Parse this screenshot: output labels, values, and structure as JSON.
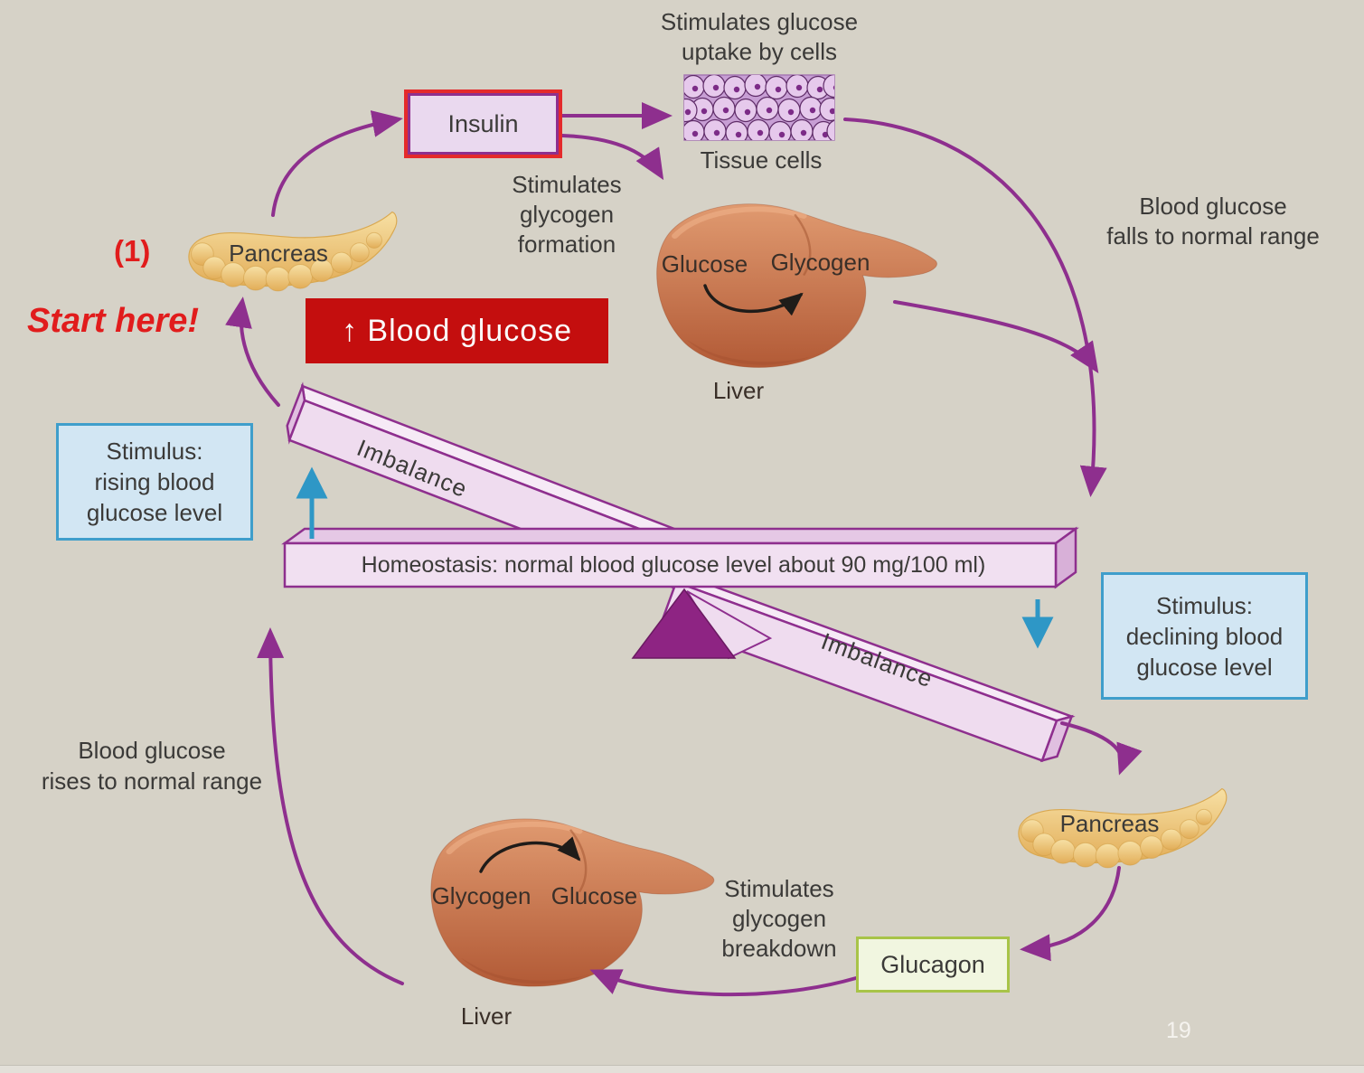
{
  "diagram": {
    "top_caption": "Stimulates glucose\nuptake by cells",
    "tissue_label": "Tissue cells",
    "insulin": "Insulin",
    "stimulates_formation": "Stimulates\nglycogen\nformation",
    "pancreas_top": "Pancreas",
    "step_marker": "(1)",
    "start_here": "Start here!",
    "blood_glucose": "↑ Blood glucose",
    "glucose_top": "Glucose",
    "glycogen_top": "Glycogen",
    "liver_top": "Liver",
    "falls": "Blood glucose\nfalls to normal range",
    "stimulus_rising": "Stimulus:\nrising blood\nglucose level",
    "imbalance_upper": "Imbalance",
    "imbalance_lower": "Imbalance",
    "homeostasis": "Homeostasis: normal blood glucose level about 90 mg/100 ml)",
    "stimulus_declining": "Stimulus:\ndeclining blood\nglucose level",
    "pancreas_bottom": "Pancreas",
    "glucagon": "Glucagon",
    "stimulates_breakdown": "Stimulates\nglycogen\nbreakdown",
    "glycogen_bottom": "Glycogen",
    "glucose_bottom": "Glucose",
    "liver_bottom": "Liver",
    "rises": "Blood glucose\nrises to normal range",
    "page_number": "19"
  },
  "colors": {
    "background": "#d6d2c7",
    "arrow_purple": "#8e2f8e",
    "highlight_red": "#c40e0e",
    "note_red": "#e11c1c",
    "stimulus_blue_border": "#3f9ecb",
    "stimulus_blue_fill": "#d2e6f3",
    "blue_arrow": "#2e97c6",
    "glucagon_green_border": "#a8c448",
    "glucagon_fill": "#f1f6e0",
    "beam_pink": "#efdcef",
    "fulcrum_magenta": "#8e2483",
    "pancreas_tan": "#eec27a",
    "liver_brown": "#c97a50",
    "tissue_purple": "#c79ed4"
  }
}
